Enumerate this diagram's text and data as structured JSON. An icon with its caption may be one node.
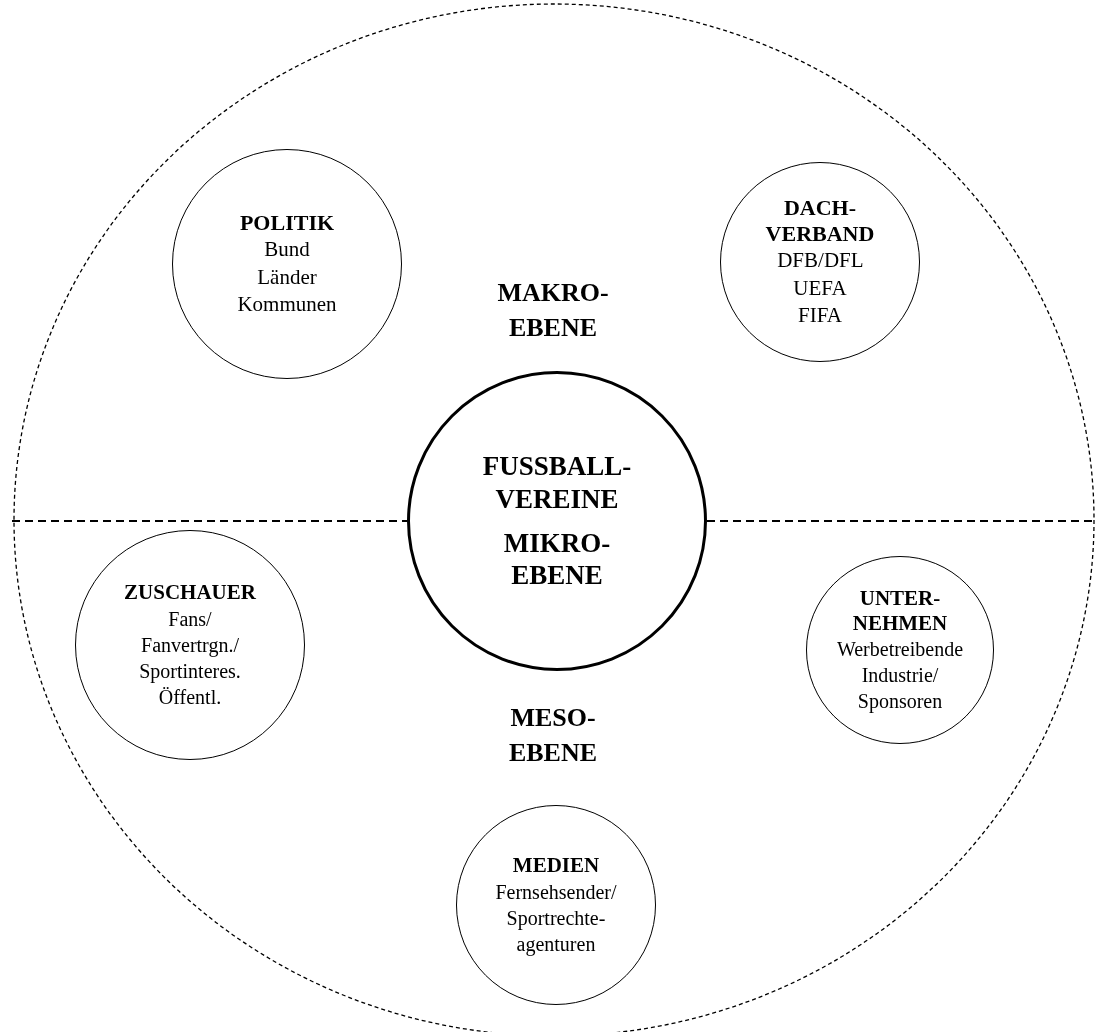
{
  "diagram": {
    "nodes": [
      {
        "text": [],
        "shape": "circle"
      },
      {
        "text": [
          "POLITIK",
          "Bund Länder Kommunen"
        ],
        "in": 0
      },
      {
        "text": [
          "DACH-VERBAND",
          "DFB/DFL UEFA FIFA"
        ],
        "in": 0
      },
      {
        "text": [
          "FUSSBALL-VEREINE",
          "MIKRO-EBENE"
        ],
        "in": 0
      },
      {
        "text": [
          "ZUSCHAUER",
          "Fans/ Fanvertrgn./ Sportinteres. Öffentl."
        ],
        "in": 0
      },
      {
        "text": [
          "UNTER-NEHMEN",
          "Werbetreibende Industrie/ Sponsoren"
        ],
        "in": 0
      },
      {
        "text": [
          "MEDIEN",
          "Fernsehsender/ Sportrechte-agenturen"
        ],
        "in": 0
      }
    ],
    "edges": [],
    "labels": [
      "MAKRO-EBENE",
      "MESO-EBENE"
    ]
  }
}
